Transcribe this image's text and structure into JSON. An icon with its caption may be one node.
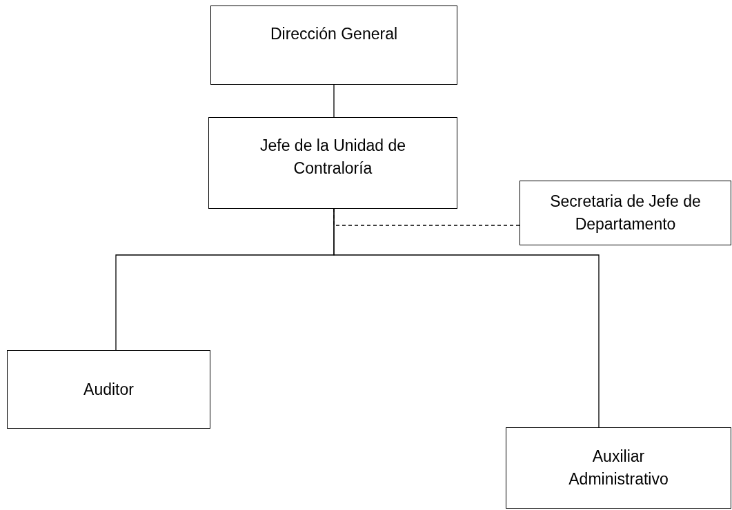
{
  "diagram": {
    "nodes": [
      {
        "text": [
          "Dirección General"
        ]
      },
      {
        "text": [
          "Jefe de la Unidad de Contraloría"
        ]
      },
      {
        "text": [
          "Secretaria de Jefe de Departamento"
        ]
      },
      {
        "text": [
          "Auditor"
        ]
      },
      {
        "text": [
          "Auxiliar Administrativo"
        ]
      }
    ],
    "edges": [
      {
        "from": 0,
        "to": 1,
        "arrow": "none"
      },
      {
        "from": 1,
        "to": 2,
        "arrow": "none",
        "style": "dashed"
      },
      {
        "from": 1,
        "to": 3,
        "arrow": "none"
      },
      {
        "from": 1,
        "to": 4,
        "arrow": "none"
      }
    ]
  }
}
